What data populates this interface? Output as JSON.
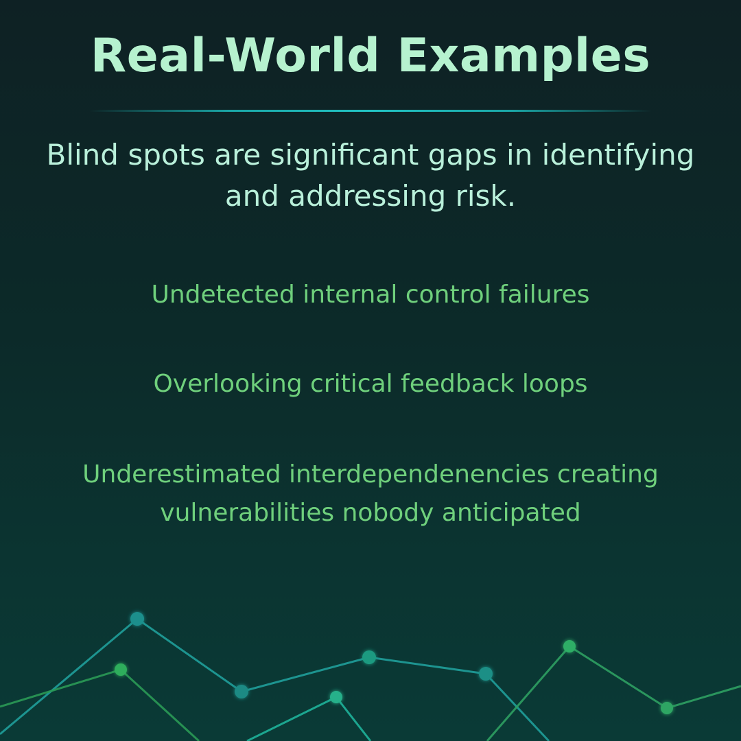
{
  "title": "Real-World Examples",
  "subtitle": "Blind spots are significant gaps in identifying and addressing risk.",
  "examples": [
    "Undetected internal control failures",
    "Overlooking critical feedback loops",
    "Underestimated interdependenencies creating vulnerabilities nobody anticipated"
  ],
  "colors": {
    "title": "#b6f2cf",
    "subtitle": "#b9f0da",
    "example_text": "#6fd07c",
    "accent_teal": "#1aa7a7",
    "accent_green": "#2fae5b"
  }
}
